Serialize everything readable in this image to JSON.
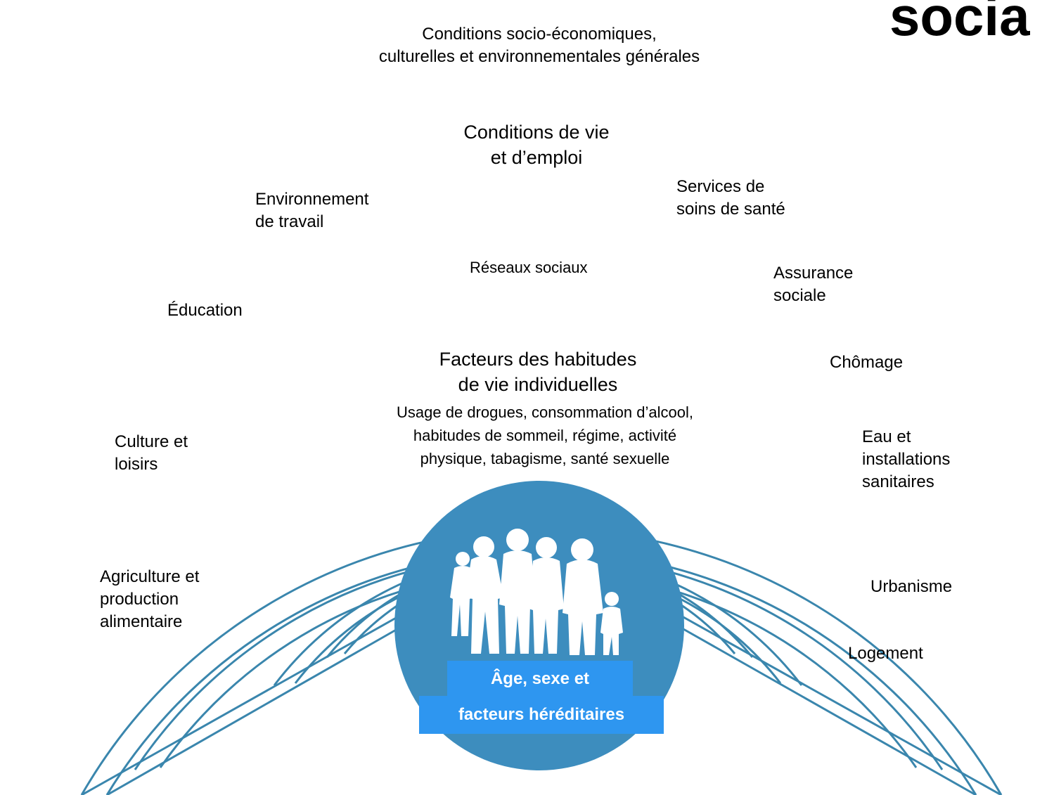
{
  "title_fragment": "socia",
  "layers": {
    "outer": {
      "title_line1": "Conditions socio-économiques,",
      "title_line2": "culturelles et environnementales générales"
    },
    "living": {
      "title_line1": "Conditions de vie",
      "title_line2": "et d’emploi",
      "items": [
        {
          "line1": "Environnement",
          "line2": "de travail"
        },
        {
          "line1": "Éducation",
          "line2": ""
        },
        {
          "line1": "Culture et",
          "line2": "loisirs"
        },
        {
          "line1": "Agriculture et",
          "line2": "production",
          "line3": "alimentaire"
        },
        {
          "line1": "Services de",
          "line2": "soins de santé"
        },
        {
          "line1": "Assurance",
          "line2": "sociale"
        },
        {
          "line1": "Chômage",
          "line2": ""
        },
        {
          "line1": "Eau et",
          "line2": "installations",
          "line3": "sanitaires"
        },
        {
          "line1": "Urbanisme",
          "line2": ""
        },
        {
          "line1": "Logement",
          "line2": ""
        }
      ]
    },
    "social": {
      "title": "Réseaux sociaux"
    },
    "lifestyle": {
      "title_line1": "Facteurs des habitudes",
      "title_line2": "de vie individuelles",
      "desc_line1": "Usage de drogues, consommation d’alcool,",
      "desc_line2": "habitudes de sommeil, régime, activité",
      "desc_line3": "physique, tabagisme, santé sexuelle"
    },
    "core": {
      "label_line1": "Âge, sexe et",
      "label_line2": "facteurs héréditaires"
    }
  },
  "colors": {
    "ring_stroke": "#3a86ad",
    "core_fill": "#3d8dbe",
    "core_label_bg": "#2e96f0",
    "people_fill": "#ffffff"
  },
  "icons": {
    "people": "family-silhouette-icon"
  }
}
